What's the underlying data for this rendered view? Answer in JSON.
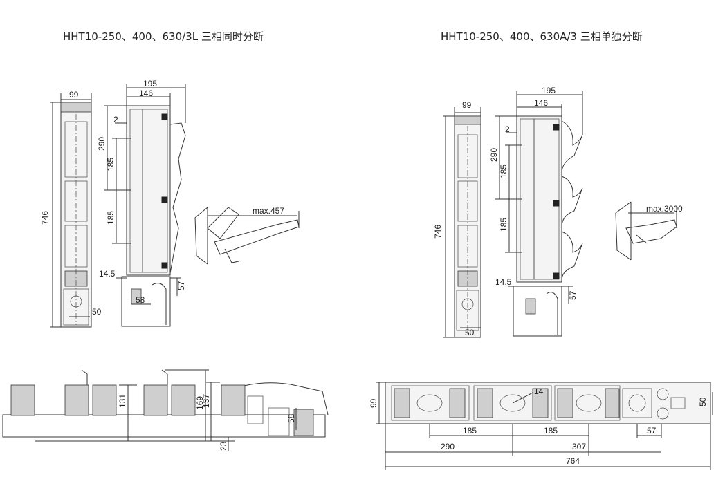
{
  "titles": {
    "left": "HHT10-250、400、630/3L 三相同时分断",
    "right": "HHT10-250、400、630A/3 三相单独分断"
  },
  "dimensions": {
    "l_99": "99",
    "l_195": "195",
    "l_146": "146",
    "l_2": "2",
    "l_290": "290",
    "l_185a": "185",
    "l_185b": "185",
    "l_746": "746",
    "l_14_5": "14.5",
    "l_57": "57",
    "l_58": "58",
    "l_50": "50",
    "l_max": "max.457",
    "r_99": "99",
    "r_195": "195",
    "r_146": "146",
    "r_2": "2",
    "r_290": "290",
    "r_185a": "185",
    "r_185b": "185",
    "r_746": "746",
    "r_14_5": "14.5",
    "r_57": "57",
    "r_50": "50",
    "r_max": "max.3000",
    "b_131": "131",
    "b_137": "137",
    "b_169": "169",
    "b_58": "58",
    "b_23": "23",
    "p_99": "99",
    "p_50": "50",
    "p_14": "14",
    "p_185a": "185",
    "p_185b": "185",
    "p_57": "57",
    "p_290": "290",
    "p_307": "307",
    "p_764": "764"
  }
}
